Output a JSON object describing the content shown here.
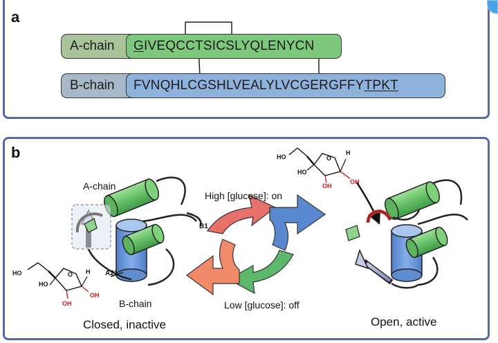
{
  "panel_a": {
    "label": "a",
    "a_chain": {
      "label": "A-chain",
      "seq_first": "G",
      "seq_rest": "IVEQCCTSICSLYQLENYCN"
    },
    "b_chain": {
      "label": "B-chain",
      "seq_main": "FVNQHLCGSHLVEALYLVCGERGFFY",
      "seq_underlined": "TPKT"
    }
  },
  "panel_b": {
    "label": "b",
    "labels": {
      "a_chain": "A-chain",
      "b_chain": "B-chain",
      "b1": "B1",
      "a21": "A21",
      "high": "High [glucose]: on",
      "low": "Low [glucose]: off",
      "closed": "Closed, inactive",
      "open": "Open, active",
      "ho": "HO",
      "oh": "OH",
      "o": "O",
      "h": "H"
    }
  },
  "colors": {
    "border": "#5b6aa5",
    "a_chain_label_bg": "#a9c49a",
    "a_chain_seq_bg": "#7ec87e",
    "b_chain_label_bg": "#a7b9c9",
    "b_chain_seq_bg": "#8fb2dc",
    "helix_green": "#6cc36c",
    "helix_blue": "#6b95d6",
    "arrow_red": "#e8706a",
    "arrow_blue": "#5a88d0",
    "arrow_green": "#5cb86a",
    "arrow_orange": "#f08a68",
    "hydroxyl_red": "#d21b1b"
  }
}
